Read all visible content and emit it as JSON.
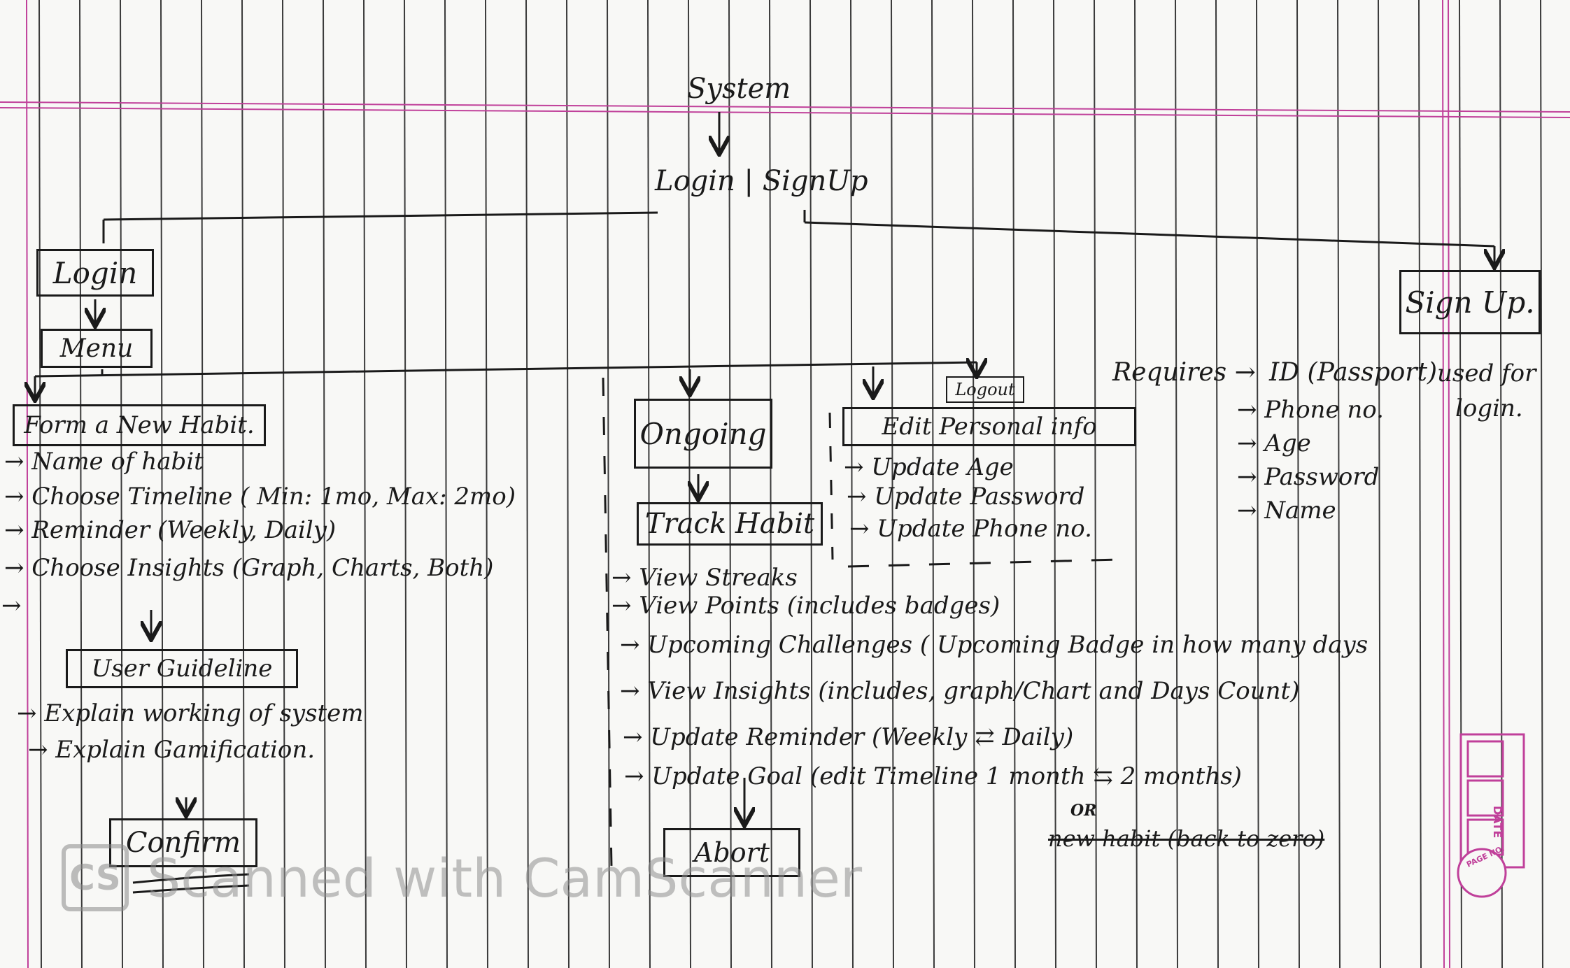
{
  "diagram": {
    "root": "System",
    "auth": "Login | SignUp",
    "login_box": "Login",
    "menu_box": "Menu",
    "signup_box": "Sign Up.",
    "signup_requires_label": "Requires",
    "signup_requirements": [
      "ID (Passport)",
      "Phone no.",
      "Age",
      "Password",
      "Name"
    ],
    "signup_note_line1": "used for",
    "signup_note_line2": "login.",
    "habit_box": "Form a New Habit.",
    "habit_items": [
      "Name of habit",
      "Choose Timeline ( Min: 1mo, Max: 2mo)",
      "Reminder (Weekly, Daily)",
      "Choose Insights (Graph, Charts, Both)"
    ],
    "guideline_box": "User Guideline",
    "guideline_items": [
      "Explain working of system",
      "Explain Gamification."
    ],
    "confirm_box": "Confirm",
    "ongoing_box": "Ongoing",
    "track_box": "Track Habit",
    "track_items": [
      "View Streaks",
      "View Points (includes badges)",
      "Upcoming Challenges ( Upcoming Badge in how many days",
      "View Insights (includes, graph/Chart and Days Count)",
      "Update Reminder (Weekly ⇄ Daily)",
      "Update Goal (edit Timeline 1 month ⇆ 2 months)"
    ],
    "or_text": "OR",
    "struck_text": "new habit (back to zero)",
    "abort_box": "Abort",
    "logout_box": "Logout",
    "edit_box": "Edit Personal info",
    "edit_items": [
      "Update Age",
      "Update Password",
      "Update Phone no."
    ]
  },
  "stamp": {
    "date_label": "DATE",
    "page_label": "PAGE NO."
  },
  "watermark": {
    "logo": "CS",
    "text": "Scanned with CamScanner"
  },
  "colors": {
    "ruling": "#1a1a1a",
    "margin": "#c0409a",
    "ink": "#1a1a1a"
  }
}
